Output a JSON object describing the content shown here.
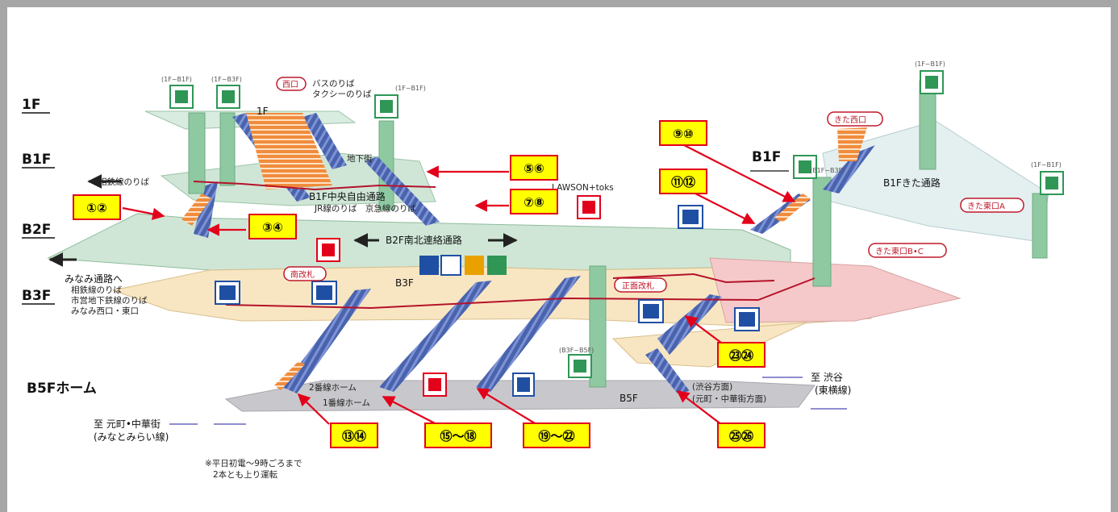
{
  "floors": [
    "1F",
    "B1F",
    "B2F",
    "B3F",
    "B5Fホーム"
  ],
  "floor_b1f_right": "B1F",
  "labels": {
    "elev_1f_b1f_a": "(1F~B1F)",
    "elev_1f_b3f": "(1F~B3F)",
    "elev_1f_b1f_b": "(1F~B1F)",
    "elev_1f_b1f_c": "(1F~B1F)",
    "elev_b1f_b3f": "(B1F~B3F)",
    "elev_1f_b1f_d": "(1F~B1F)",
    "elev_b3f_b5f": "(B3F~B5F)",
    "nishiguchi": "西口",
    "bus1": "バスのりば",
    "bus2": "タクシーのりば",
    "one_f": "1F",
    "chikagai": "地下街",
    "sotetsu": "相鉄線のりば",
    "b1f_center1": "B1F中央自由通路",
    "b1f_center2": "JR線のりば　京急線のりば",
    "lawson": "LAWSON+toks",
    "b2f_passage": "B2F南北連絡通路",
    "minami_kaisatsu": "南改札",
    "minami_tsuro1": "みなみ通路へ",
    "minami_tsuro2": "相鉄線のりば",
    "minami_tsuro3": "市営地下鉄線のりば",
    "minami_tsuro4": "みなみ西口・東口",
    "b3f": "B3F",
    "shomen_kaisatsu": "正面改札",
    "kita_nishi": "きた西口",
    "b1f_kita": "B1Fきた通路",
    "kita_higashi_a": "きた東口A",
    "kita_higashi_bc": "きた東口B•C",
    "platform2": "2番線ホーム",
    "platform1": "1番線ホーム",
    "b5f": "B5F",
    "shibuya_dir": "(渋谷方面)",
    "motomachi_dir": "(元町・中華街方面)",
    "to_shibuya1": "至 渋谷",
    "to_shibuya2": "(東横線)",
    "to_motomachi1": "至 元町•中華街",
    "to_motomachi2": "(みなとみらい線)",
    "note1": "※平日初電～9時ごろまで",
    "note2": "2本とも上り運転"
  },
  "callouts": [
    "①②",
    "③④",
    "⑤⑥",
    "⑦⑧",
    "⑨⑩",
    "⑪⑫",
    "⑬⑭",
    "⑮～⑱",
    "⑲～㉒",
    "㉓㉔",
    "㉕㉖"
  ],
  "colors": {
    "callout_fill": "#ffff00",
    "callout_border": "#e3001b",
    "arrow": "#e3001b",
    "floor_green": "#bfdcc8",
    "platform_gray": "#c8c8cc",
    "escalator_blue": "#4a63ad",
    "stairs_orange": "#f08c3c",
    "b3f_beige": "#f8e6c2",
    "b3f_pink": "#f5c9c9"
  }
}
